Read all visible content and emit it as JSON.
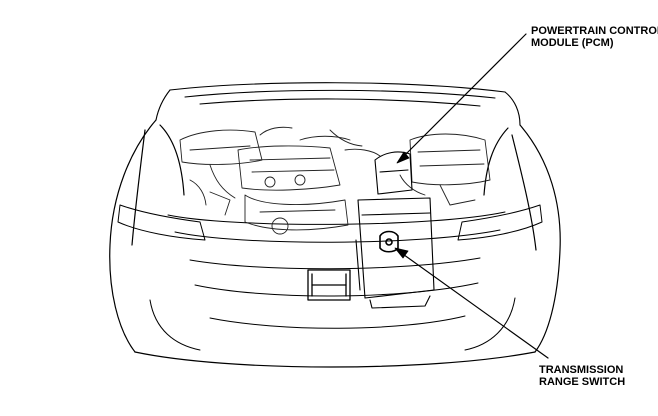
{
  "callouts": {
    "pcm": {
      "line1": "POWERTRAIN CONTROL",
      "line2": "MODULE (PCM)"
    },
    "trs": {
      "line1": "TRANSMISSION",
      "line2": "RANGE SWITCH"
    }
  },
  "colors": {
    "line": "#000000",
    "faint_line": "#555555",
    "background": "#ffffff"
  }
}
